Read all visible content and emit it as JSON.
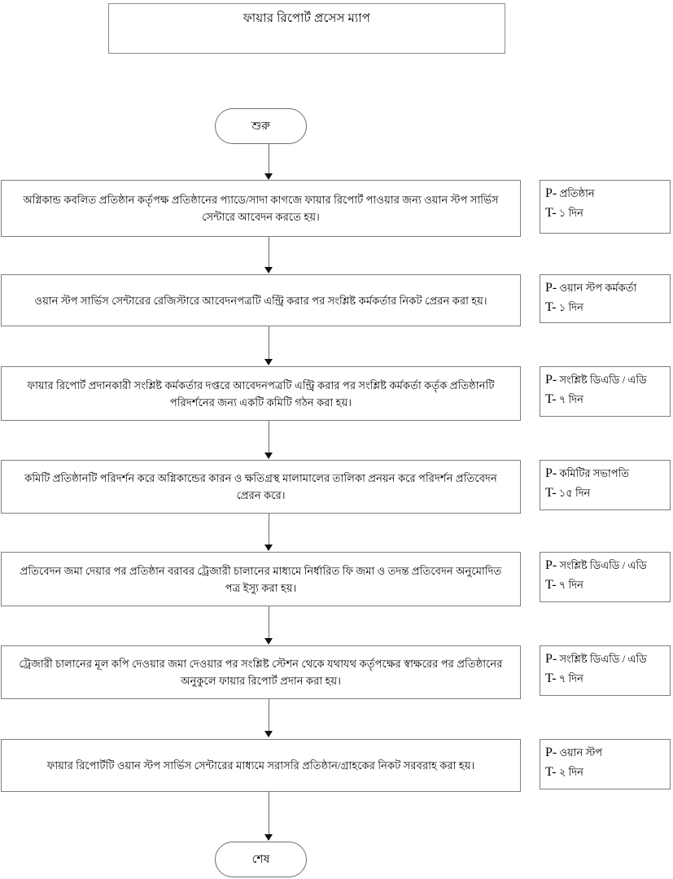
{
  "document": {
    "title": "ফায়ার রিপোর্ট  প্রসেস ম্যাপ",
    "language": "Bengali",
    "colors": {
      "background": "#ffffff",
      "border": "#7d7d7d",
      "text": "#000000",
      "arrow": "#111111"
    }
  },
  "nodes": {
    "start": {
      "label": "শুরু",
      "shape": "terminator"
    },
    "end": {
      "label": "শেষ",
      "shape": "terminator"
    }
  },
  "steps": [
    {
      "id": "step-1",
      "text": "অগ্নিকান্ড কবলিত প্রতিষ্ঠান কর্তৃপক্ষ প্রতিষ্ঠানের প্যাডে/সাদা কাগজে ফায়ার রিপোর্ট পাওয়ার জন্য ওয়ান স্টপ সার্ভিস সেন্টারে আবেদন করতে হয়।",
      "person_label": "P-",
      "person": "প্রতিষ্ঠান",
      "time_label": "T-",
      "time": "১ দিন"
    },
    {
      "id": "step-2",
      "text": "ওয়ান স্টপ সার্ভিস সেন্টারের রেজিস্টারে আবেদনপত্রটি এন্ট্রি করার পর সংশ্লিষ্ট কর্মকর্তার নিকট প্রেরন করা হয়।",
      "person_label": "P-",
      "person": "ওয়ান স্টপ কর্মকর্তা",
      "time_label": "T-",
      "time": "১ দিন"
    },
    {
      "id": "step-3",
      "text": "ফায়ার রিপোর্ট প্রদানকারী সংশ্লিষ্ট কর্মকর্তার দপ্তরে আবেদনপত্রটি এন্ট্রি করার পর সংশ্লিষ্ট কর্মকর্তা কর্তৃক প্রতিষ্ঠানটি পরিদর্শনের জন্য একটি কমিটি গঠন করা হয়।",
      "person_label": "P-",
      "person": "সংশ্লিষ্ট ডিএডি / এডি",
      "time_label": "T-",
      "time": "৭ দিন"
    },
    {
      "id": "step-4",
      "text": "কমিটি প্রতিষ্ঠানটি পরিদর্শন করে অগ্নিকান্ডের কারন ও ক্ষতিগ্রস্থ মালামালের তালিকা প্রনয়ন করে পরিদর্শন প্রতিবেদন প্রেরন করে।",
      "person_label": "P-",
      "person": "কমিটির সভাপতি",
      "time_label": "T-",
      "time": "১৫ দিন"
    },
    {
      "id": "step-5",
      "text": "প্রতিবেদন জমা দেয়ার পর প্রতিষ্ঠান বরাবর ট্রেজারী চালানের মাধ্যমে নির্ধারিত  ফি জমা ও তদন্ত প্রতিবেদন অনুমোদিত পত্র ইস্যু করা হয়।",
      "person_label": "P-",
      "person": "সংশ্লিষ্ট ডিএডি / এডি",
      "time_label": "T-",
      "time": "৭ দিন"
    },
    {
      "id": "step-6",
      "text": "ট্রেজারী চালানের মূল কপি দেওয়ার জমা দেওয়ার পর সংশ্লিষ্ট স্টেশন থেকে যথাযথ কর্তৃপক্ষের স্বাক্ষরের পর প্রতিষ্ঠানের অনুকুলে ফায়ার রিপোর্ট প্রদান করা হয়।",
      "person_label": "P-",
      "person": "সংশ্লিষ্ট ডিএডি / এডি",
      "time_label": "T-",
      "time": "৭ দিন"
    },
    {
      "id": "step-7",
      "text": "ফায়ার রিপোর্টটি ওয়ান স্টপ সার্ভিস সেন্টারের মাধ্যমে সরাসরি প্রতিষ্ঠান/গ্রাহকের নিকট সরবরাহ করা হয়।",
      "person_label": "P-",
      "person": "ওয়ান স্টপ",
      "time_label": "T-",
      "time": "২ দিন"
    }
  ]
}
